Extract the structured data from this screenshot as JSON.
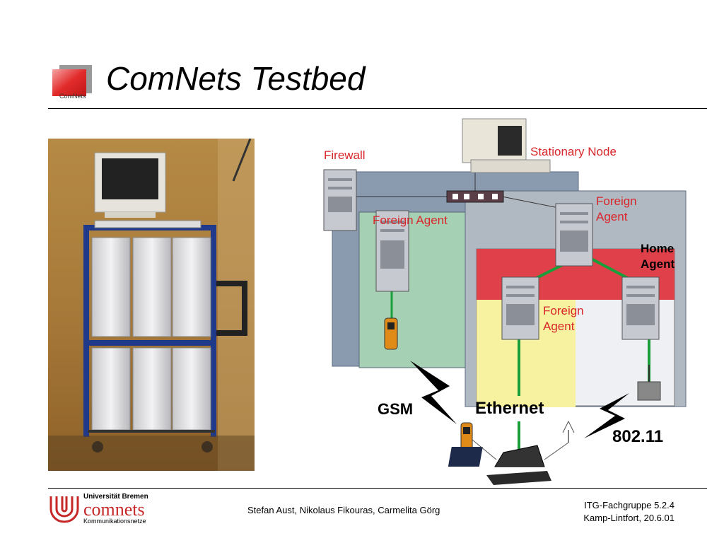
{
  "slide": {
    "title": "ComNets Testbed",
    "logo_small_text": "ComNets"
  },
  "diagram": {
    "labels": {
      "firewall": "Firewall",
      "stationary_node": "Stationary Node",
      "foreign_agent_1": "Foreign Agent",
      "foreign_agent_2_line1": "Foreign",
      "foreign_agent_2_line2": "Agent",
      "foreign_agent_3_line1": "Foreign",
      "foreign_agent_3_line2": "Agent",
      "home_agent_line1": "Home",
      "home_agent_line2": "Agent",
      "gsm": "GSM",
      "ethernet": "Ethernet",
      "wlan": "802.11"
    },
    "colors": {
      "label_red": "#d9262a",
      "link_green": "#1a9e3a",
      "zone_blue": "#8a9bb0",
      "zone_green": "#a6d0b4",
      "zone_gray": "#b0b8c2",
      "zone_red": "#e0404a",
      "zone_yellow": "#f6f2a0"
    }
  },
  "footer": {
    "university": "Universität Bremen",
    "group": "Kommunikationsnetze",
    "brand": "comnets",
    "authors": "Stefan Aust, Nikolaus Fikouras, Carmelita Görg",
    "event_line1": "ITG-Fachgruppe 5.2.4",
    "event_line2": "Kamp-Lintfort, 20.6.01"
  }
}
